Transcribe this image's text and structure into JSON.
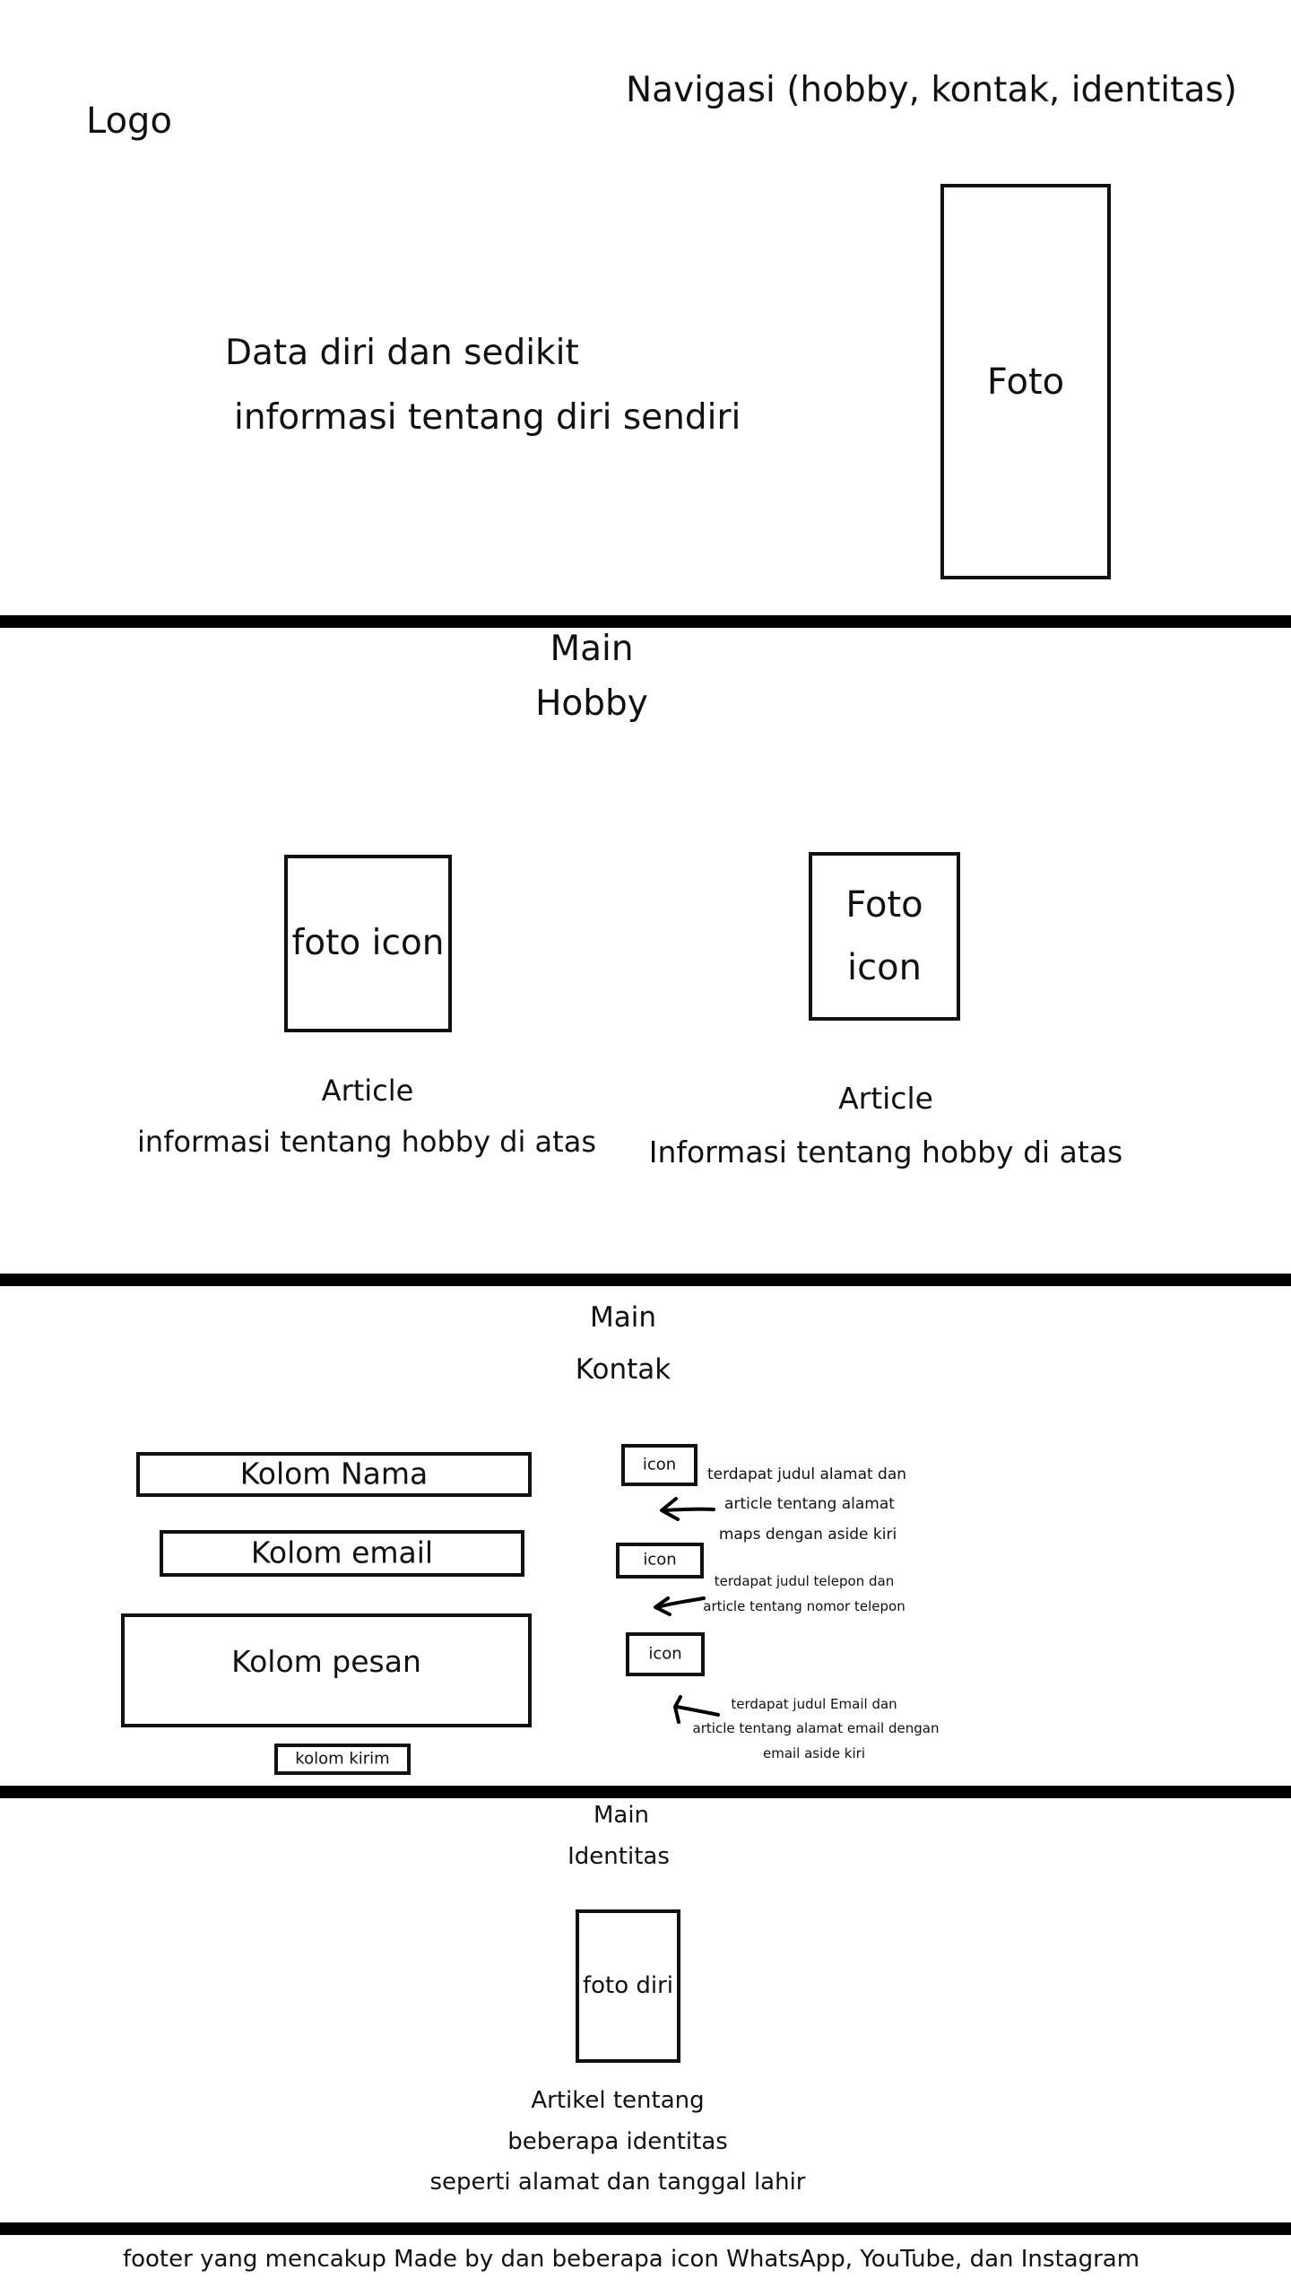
{
  "header": {
    "logo": "Logo",
    "navigation": "Navigasi (hobby, kontak, identitas)",
    "intro_line1": "Data diri dan sedikit",
    "intro_line2": "informasi tentang diri sendiri",
    "photo": "Foto"
  },
  "hobby": {
    "main_label": "Main",
    "title": "Hobby",
    "card1": {
      "icon_label": "foto icon",
      "article_title": "Article",
      "article_text": "informasi tentang hobby di atas"
    },
    "card2": {
      "icon_label_line1": "Foto",
      "icon_label_line2": "icon",
      "article_title": "Article",
      "article_text": "Informasi tentang hobby di atas"
    }
  },
  "kontak": {
    "main_label": "Main",
    "title": "Kontak",
    "form": {
      "name_field": "Kolom Nama",
      "email_field": "Kolom email",
      "message_field": "Kolom pesan",
      "submit_button": "kolom kirim"
    },
    "contacts": [
      {
        "icon": "icon",
        "lines": [
          "terdapat judul alamat dan",
          "article tentang alamat",
          "maps dengan aside kiri"
        ]
      },
      {
        "icon": "icon",
        "lines": [
          "terdapat judul telepon dan",
          "article tentang nomor telepon"
        ]
      },
      {
        "icon": "icon",
        "lines": [
          "terdapat judul Email dan",
          "article tentang alamat email dengan",
          "email aside kiri"
        ]
      }
    ]
  },
  "identitas": {
    "main_label": "Main",
    "title": "Identitas",
    "photo": "foto diri",
    "article_line1": "Artikel tentang",
    "article_line2": "beberapa identitas",
    "article_line3": "seperti alamat dan tanggal lahir"
  },
  "footer": {
    "text": "footer yang mencakup Made by dan beberapa icon WhatsApp, YouTube, dan Instagram"
  }
}
